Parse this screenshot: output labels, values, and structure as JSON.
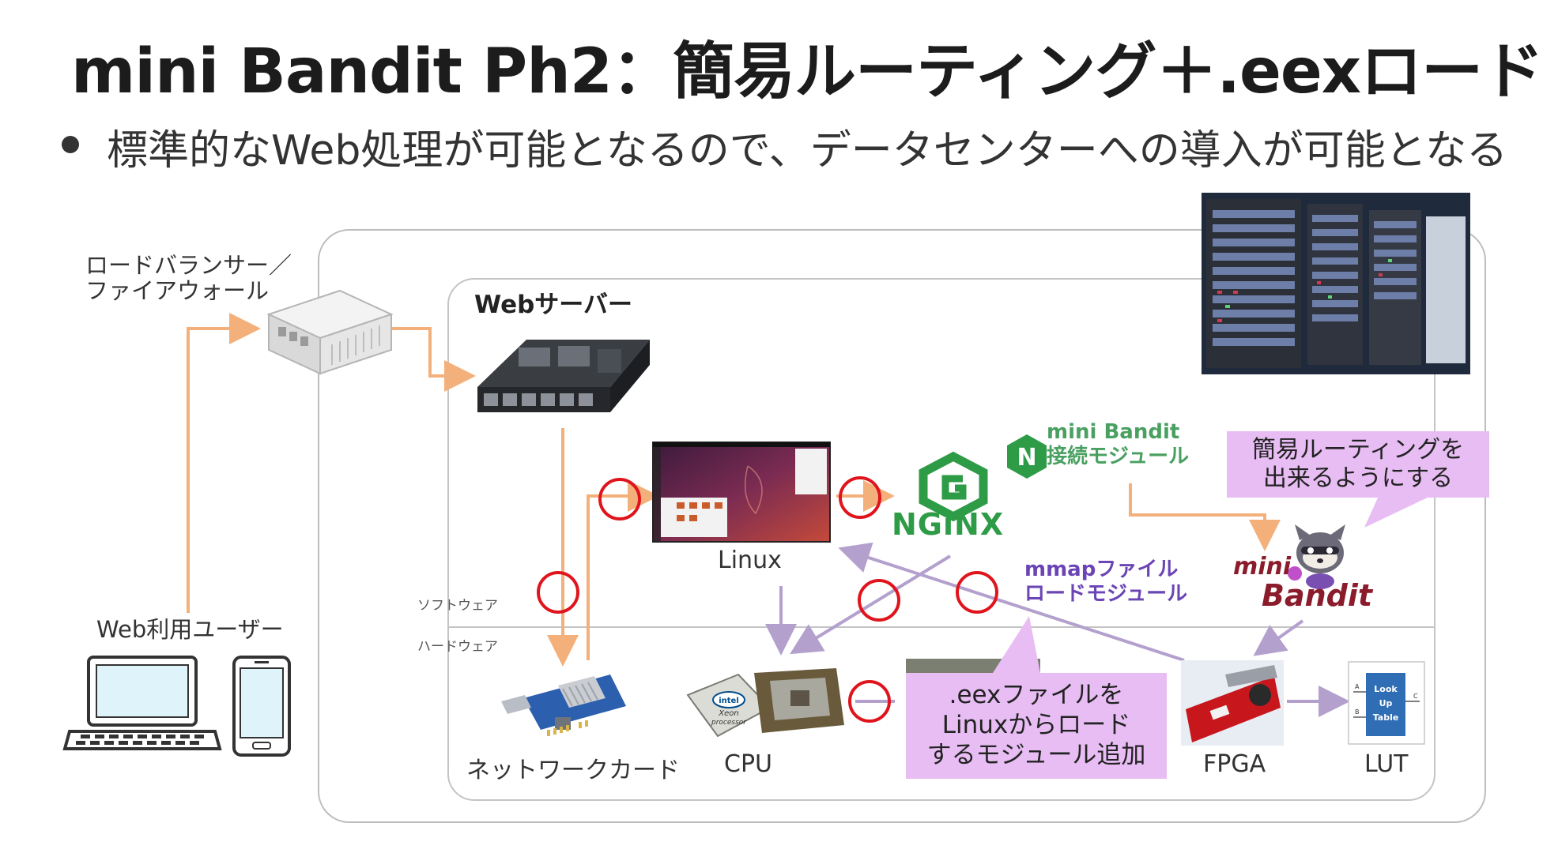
{
  "slide": {
    "title": "mini Bandit Ph2：簡易ルーティング＋.eexロード",
    "bullet": "標準的なWeb処理が可能となるので、データセンターへの導入が可能となる"
  },
  "labels": {
    "load_balancer_line1": "ロードバランサー／",
    "load_balancer_line2": "ファイアウォール",
    "web_server": "Webサーバー",
    "web_user": "Web利用ユーザー",
    "software": "ソフトウェア",
    "hardware": "ハードウェア",
    "linux": "Linux",
    "network_card": "ネットワークカード",
    "cpu": "CPU",
    "fpga": "FPGA",
    "lut": "LUT",
    "mini_bandit_conn_line1": "mini Bandit",
    "mini_bandit_conn_line2": "接続モジュール",
    "mmap_line1": "mmapファイル",
    "mmap_line2": "ロードモジュール",
    "nginx": "NGiNX",
    "nginx_logo_letter": "N",
    "mini_bandit_logo_1": "mini",
    "mini_bandit_logo_2": "Bandit",
    "cpu_chip_brand": "intel",
    "cpu_chip_line1": "Xeon",
    "cpu_chip_line2": "processor",
    "lut_chip_line1": "Look",
    "lut_chip_line2": "Up",
    "lut_chip_line3": "Table",
    "lut_port_a": "A",
    "lut_port_b": "B",
    "lut_port_c": "C"
  },
  "callouts": {
    "routing_line1": "簡易ルーティングを",
    "routing_line2": "出来るようにする",
    "eex_line1": ".eexファイルを",
    "eex_line2": "Linuxからロード",
    "eex_line3": "するモジュール追加"
  },
  "colors": {
    "arrow_orange": "#f4b07a",
    "arrow_purple": "#b3a0cd",
    "circle_red": "#e0141c",
    "callout_bg": "#e7bdf3",
    "nginx_green": "#2e9b47",
    "mini_bandit_green": "#4aa061",
    "mmap_purple": "#6b45b5"
  },
  "icons": {
    "load_balancer": "load-balancer-appliance-icon",
    "server": "rack-server-icon",
    "laptop": "laptop-icon",
    "phone": "smartphone-icon",
    "linux_desktop": "ubuntu-desktop-screenshot",
    "network_card": "network-card-icon",
    "cpu": "intel-xeon-cpu-icon",
    "fpga": "fpga-board-icon",
    "lut": "look-up-table-icon",
    "nginx_logo": "nginx-logo",
    "nginx_n_logo": "nginx-n-hexagon-icon",
    "mini_bandit_logo": "mini-bandit-raccoon-logo",
    "datacenter_photo": "datacenter-racks-photo"
  }
}
